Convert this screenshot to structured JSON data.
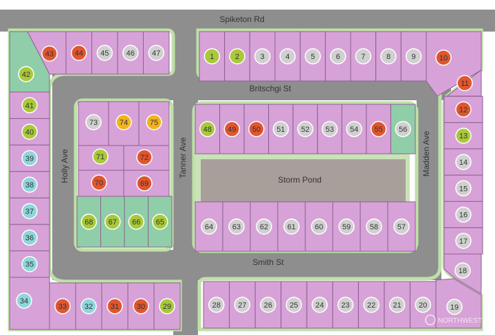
{
  "colors": {
    "road": "#8e8e8e",
    "curb": "#bfe0a8",
    "lot": "#d7a2d8",
    "lot_green": "#8fcea8",
    "lot_stroke": "#8b5f8e",
    "pond": "#a89f9b",
    "pond_border": "#c9e2b8",
    "status_sold": "#e0562f",
    "status_pending": "#f2b320",
    "status_available": "#a9c93a",
    "status_unreleased": "#d0d0d0",
    "status_model": "#8fd6dc"
  },
  "roads": {
    "spiketon": "Spiketon Rd",
    "britschgi": "Britschgi St",
    "holly": "Holly Ave",
    "tanner": "Tanner Ave",
    "madden": "Madden Ave",
    "smith": "Smith St"
  },
  "storm_pond_label": "Storm Pond",
  "watermark": "NORTHWEST",
  "lots": [
    {
      "n": "1",
      "status": "available",
      "fill": "lot"
    },
    {
      "n": "2",
      "status": "available",
      "fill": "lot"
    },
    {
      "n": "3",
      "status": "unreleased",
      "fill": "lot"
    },
    {
      "n": "4",
      "status": "unreleased",
      "fill": "lot"
    },
    {
      "n": "5",
      "status": "unreleased",
      "fill": "lot"
    },
    {
      "n": "6",
      "status": "unreleased",
      "fill": "lot"
    },
    {
      "n": "7",
      "status": "unreleased",
      "fill": "lot"
    },
    {
      "n": "8",
      "status": "unreleased",
      "fill": "lot"
    },
    {
      "n": "9",
      "status": "unreleased",
      "fill": "lot"
    },
    {
      "n": "10",
      "status": "sold",
      "fill": "lot"
    },
    {
      "n": "11",
      "status": "sold",
      "fill": "lot"
    },
    {
      "n": "12",
      "status": "sold",
      "fill": "lot"
    },
    {
      "n": "13",
      "status": "available",
      "fill": "lot"
    },
    {
      "n": "14",
      "status": "unreleased",
      "fill": "lot"
    },
    {
      "n": "15",
      "status": "unreleased",
      "fill": "lot"
    },
    {
      "n": "16",
      "status": "unreleased",
      "fill": "lot"
    },
    {
      "n": "17",
      "status": "unreleased",
      "fill": "lot"
    },
    {
      "n": "18",
      "status": "unreleased",
      "fill": "lot"
    },
    {
      "n": "19",
      "status": "unreleased",
      "fill": "lot"
    },
    {
      "n": "20",
      "status": "unreleased",
      "fill": "lot"
    },
    {
      "n": "21",
      "status": "unreleased",
      "fill": "lot"
    },
    {
      "n": "22",
      "status": "unreleased",
      "fill": "lot"
    },
    {
      "n": "23",
      "status": "unreleased",
      "fill": "lot"
    },
    {
      "n": "24",
      "status": "unreleased",
      "fill": "lot"
    },
    {
      "n": "25",
      "status": "unreleased",
      "fill": "lot"
    },
    {
      "n": "26",
      "status": "unreleased",
      "fill": "lot"
    },
    {
      "n": "27",
      "status": "unreleased",
      "fill": "lot"
    },
    {
      "n": "28",
      "status": "unreleased",
      "fill": "lot"
    },
    {
      "n": "29",
      "status": "available",
      "fill": "lot"
    },
    {
      "n": "30",
      "status": "sold",
      "fill": "lot"
    },
    {
      "n": "31",
      "status": "sold",
      "fill": "lot"
    },
    {
      "n": "32",
      "status": "model",
      "fill": "lot"
    },
    {
      "n": "33",
      "status": "sold",
      "fill": "lot"
    },
    {
      "n": "34",
      "status": "model",
      "fill": "lot"
    },
    {
      "n": "35",
      "status": "model",
      "fill": "lot"
    },
    {
      "n": "36",
      "status": "model",
      "fill": "lot"
    },
    {
      "n": "37",
      "status": "model",
      "fill": "lot"
    },
    {
      "n": "38",
      "status": "model",
      "fill": "lot"
    },
    {
      "n": "39",
      "status": "model",
      "fill": "lot"
    },
    {
      "n": "40",
      "status": "available",
      "fill": "lot"
    },
    {
      "n": "41",
      "status": "available",
      "fill": "lot"
    },
    {
      "n": "42",
      "status": "available",
      "fill": "green"
    },
    {
      "n": "43",
      "status": "sold",
      "fill": "lot"
    },
    {
      "n": "44",
      "status": "sold",
      "fill": "lot"
    },
    {
      "n": "45",
      "status": "unreleased",
      "fill": "lot"
    },
    {
      "n": "46",
      "status": "unreleased",
      "fill": "lot"
    },
    {
      "n": "47",
      "status": "unreleased",
      "fill": "lot"
    },
    {
      "n": "48",
      "status": "available",
      "fill": "lot"
    },
    {
      "n": "49",
      "status": "sold",
      "fill": "lot"
    },
    {
      "n": "50",
      "status": "sold",
      "fill": "lot"
    },
    {
      "n": "51",
      "status": "unreleased",
      "fill": "lot"
    },
    {
      "n": "52",
      "status": "unreleased",
      "fill": "lot"
    },
    {
      "n": "53",
      "status": "unreleased",
      "fill": "lot"
    },
    {
      "n": "54",
      "status": "unreleased",
      "fill": "lot"
    },
    {
      "n": "55",
      "status": "sold",
      "fill": "lot"
    },
    {
      "n": "56",
      "status": "unreleased",
      "fill": "green"
    },
    {
      "n": "57",
      "status": "unreleased",
      "fill": "lot"
    },
    {
      "n": "58",
      "status": "unreleased",
      "fill": "lot"
    },
    {
      "n": "59",
      "status": "unreleased",
      "fill": "lot"
    },
    {
      "n": "60",
      "status": "unreleased",
      "fill": "lot"
    },
    {
      "n": "61",
      "status": "unreleased",
      "fill": "lot"
    },
    {
      "n": "62",
      "status": "unreleased",
      "fill": "lot"
    },
    {
      "n": "63",
      "status": "unreleased",
      "fill": "lot"
    },
    {
      "n": "64",
      "status": "unreleased",
      "fill": "lot"
    },
    {
      "n": "65",
      "status": "available",
      "fill": "green"
    },
    {
      "n": "66",
      "status": "available",
      "fill": "green"
    },
    {
      "n": "67",
      "status": "available",
      "fill": "green"
    },
    {
      "n": "68",
      "status": "available",
      "fill": "green"
    },
    {
      "n": "69",
      "status": "sold",
      "fill": "lot"
    },
    {
      "n": "70",
      "status": "sold",
      "fill": "lot"
    },
    {
      "n": "71",
      "status": "available",
      "fill": "lot"
    },
    {
      "n": "72",
      "status": "sold",
      "fill": "lot"
    },
    {
      "n": "73",
      "status": "unreleased",
      "fill": "lot"
    },
    {
      "n": "74",
      "status": "pending",
      "fill": "lot"
    },
    {
      "n": "75",
      "status": "pending",
      "fill": "lot"
    }
  ]
}
